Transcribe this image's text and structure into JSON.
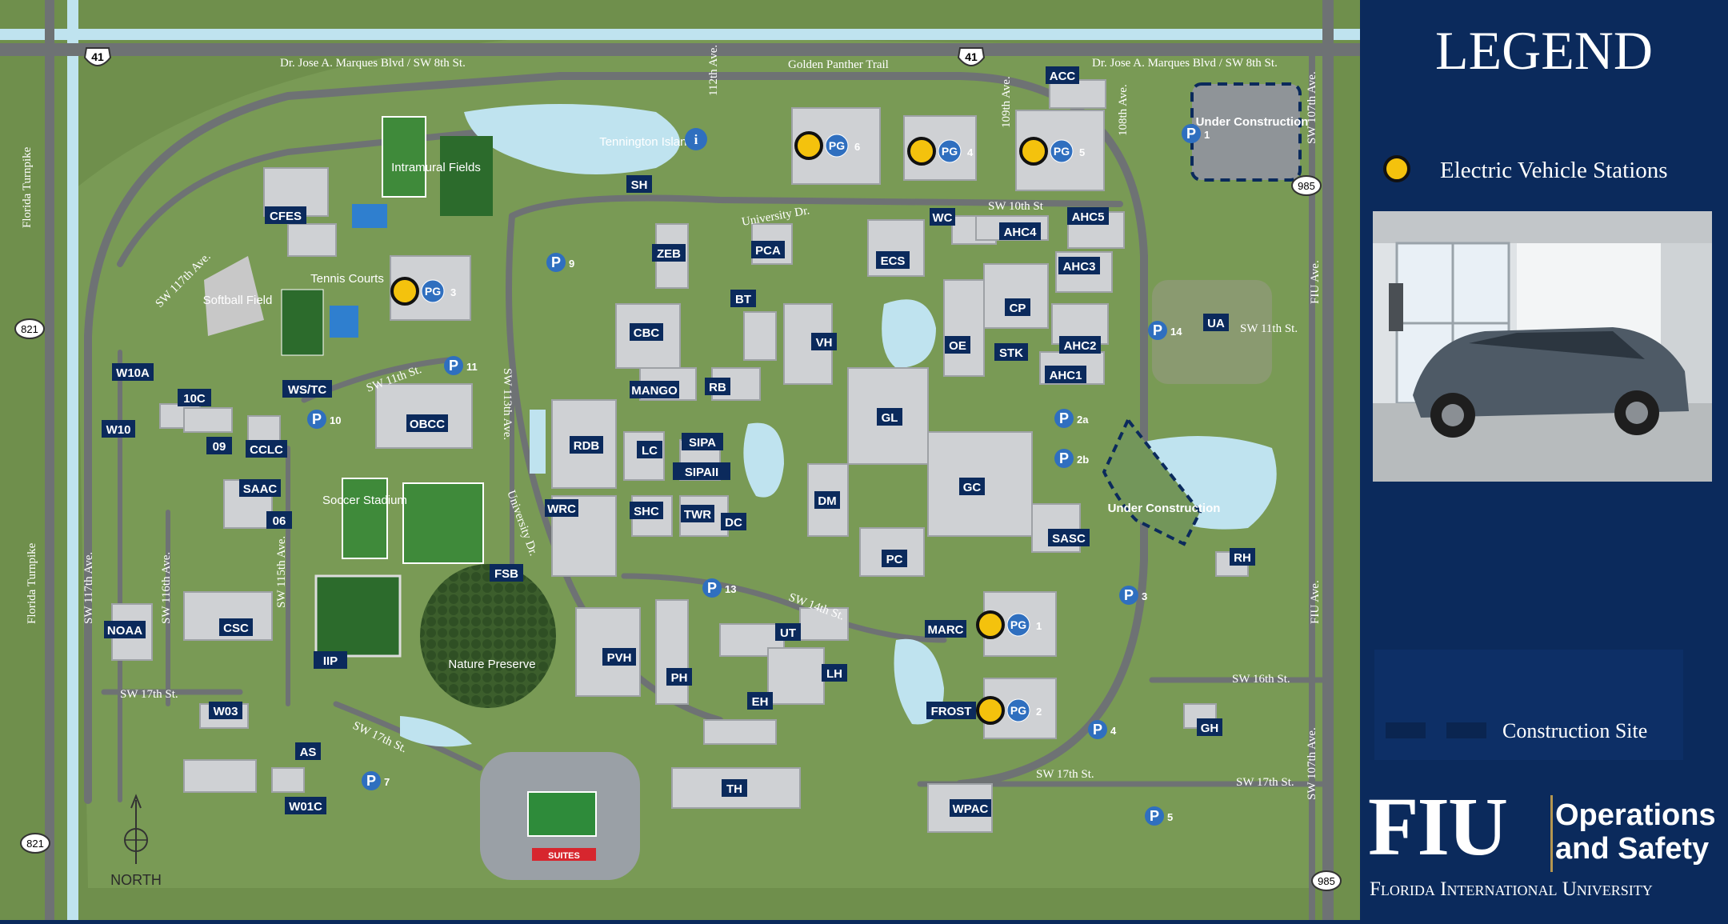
{
  "roads": {
    "north_blvd_left": "Dr. Jose A. Marques Blvd / SW 8th St.",
    "north_blvd_right": "Dr. Jose A. Marques Blvd / SW 8th St.",
    "golden_panther": "Golden Panther Trail",
    "us41": "41",
    "ave_112": "112th Ave.",
    "ave_109": "109th Ave.",
    "ave_108": "108th Ave.",
    "ave_107_n": "SW 107th Ave.",
    "ave_107_s": "SW 107th Ave.",
    "fiu_ave_n": "FIU Ave.",
    "fiu_ave_s": "FIU Ave.",
    "fl_turnpike_n": "Florida Turnpike",
    "fl_turnpike_s": "Florida Turnpike",
    "r821_a": "821",
    "r821_b": "821",
    "r985_a": "985",
    "r985_b": "985",
    "sw117_nw": "SW 117th Ave.",
    "sw117_w": "SW 117th Ave.",
    "sw116": "SW 116th Ave.",
    "sw115": "SW 115th Ave.",
    "sw113": "SW 113th Ave.",
    "univ_dr_n": "University Dr.",
    "univ_dr_w": "University Dr.",
    "sw10": "SW 10th St",
    "sw11_w": "SW 11th St.",
    "sw11_e": "SW 11th St.",
    "sw14": "SW 14th St.",
    "sw16": "SW 16th St.",
    "sw17_w": "SW 17th St.",
    "sw17_sw": "SW 17th St.",
    "sw17_c": "SW 17th St.",
    "sw17_e": "SW 17th St.",
    "north_label": "NORTH"
  },
  "places": {
    "intramural": "Intramural Fields",
    "softball": "Softball Field",
    "tennis": "Tennis Courts",
    "soccer": "Soccer Stadium",
    "nature": "Nature Preserve",
    "island": "Tennington Island",
    "under_construction_1": "Under Construction",
    "under_construction_2": "Under Construction",
    "suites": "SUITES"
  },
  "buildings": [
    "ACC",
    "CFES",
    "ZEB",
    "PCA",
    "ECS",
    "WC",
    "AHC5",
    "AHC4",
    "AHC3",
    "AHC2",
    "AHC1",
    "CP",
    "STK",
    "OE",
    "VH",
    "CBC",
    "BT",
    "MANGO",
    "RB",
    "RDB",
    "LC",
    "SIPA",
    "SIPAII",
    "WRC",
    "SHC",
    "TWR",
    "DC",
    "DM",
    "GL",
    "GC",
    "SASC",
    "PC",
    "MARC",
    "FROST",
    "UT",
    "LH",
    "EH",
    "PH",
    "PVH",
    "TH",
    "WPAC",
    "RH",
    "GH",
    "UA",
    "W10A",
    "W10",
    "10C",
    "09",
    "CCLC",
    "WS/TC",
    "OBCC",
    "SAAC",
    "06",
    "FSB",
    "CSC",
    "NOAA",
    "IIP",
    "W03",
    "AS",
    "W01C",
    "SH"
  ],
  "ev_garages": [
    {
      "pg": "PG",
      "num": "6"
    },
    {
      "pg": "PG",
      "num": "4"
    },
    {
      "pg": "PG",
      "num": "5"
    },
    {
      "pg": "PG",
      "num": "3"
    },
    {
      "pg": "PG",
      "num": "1"
    },
    {
      "pg": "PG",
      "num": "2"
    }
  ],
  "parking_lots": [
    "1",
    "9",
    "11",
    "10",
    "14",
    "2a",
    "2b",
    "3",
    "13",
    "4",
    "7",
    "5"
  ],
  "legend": {
    "title": "LEGEND",
    "ev_label": "Electric Vehicle Stations",
    "construction_label": "Construction Site",
    "logo_letters": "FIU",
    "logo_line1": "Operations",
    "logo_line2": "and Safety",
    "logo_sub": "Florida International University"
  },
  "colors": {
    "legend_bg": "#0b2a5c",
    "ev_yellow": "#f4c20d",
    "parking_blue": "#2f6fbf",
    "grass": "#6f8f4c",
    "water": "#bfe3ef",
    "gold": "#b49650"
  }
}
